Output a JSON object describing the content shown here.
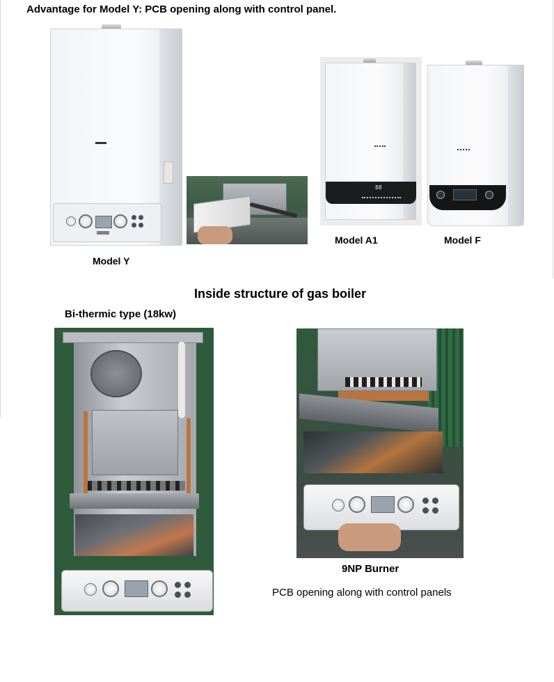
{
  "header": {
    "title": "Advantage for Model Y: PCB opening along with control panel."
  },
  "models": {
    "model_y": {
      "label": "Model Y"
    },
    "model_a1": {
      "label": "Model A1",
      "display_text": "88"
    },
    "model_f": {
      "label": "Model F"
    }
  },
  "section": {
    "title": "Inside structure of gas boiler",
    "left_caption": "Bi-thermic type (18kw)",
    "right_label": "9NP Burner",
    "right_caption": "PCB opening along with control panels"
  },
  "colors": {
    "panel_dark": "#1b1c1e",
    "frame_gray": "#9b9ea3",
    "photo_green": "#2f5a3c"
  }
}
